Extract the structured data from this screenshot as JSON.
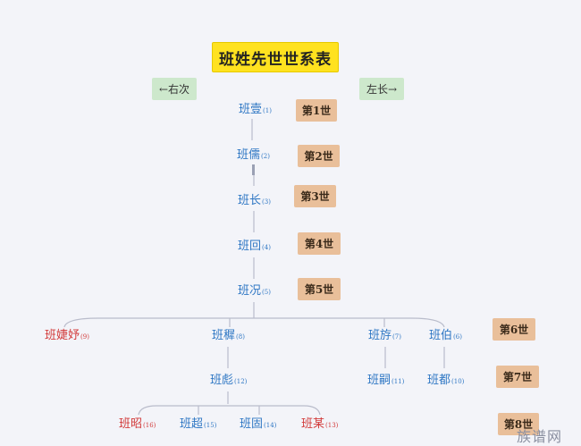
{
  "title": "班姓先世世系表",
  "directions": {
    "left": "←右次",
    "right": "左长→"
  },
  "generations": [
    "第1世",
    "第2世",
    "第3世",
    "第4世",
    "第5世",
    "第6世",
    "第7世",
    "第8世"
  ],
  "people": [
    {
      "name": "班壹",
      "num": "(1)",
      "color": "blue"
    },
    {
      "name": "班儒",
      "num": "(2)",
      "color": "blue"
    },
    {
      "name": "班长",
      "num": "(3)",
      "color": "blue"
    },
    {
      "name": "班回",
      "num": "(4)",
      "color": "blue"
    },
    {
      "name": "班况",
      "num": "(5)",
      "color": "blue"
    },
    {
      "name": "班婕妤",
      "num": "(9)",
      "color": "red"
    },
    {
      "name": "班穉",
      "num": "(8)",
      "color": "blue"
    },
    {
      "name": "班斿",
      "num": "(7)",
      "color": "blue"
    },
    {
      "name": "班伯",
      "num": "(6)",
      "color": "blue"
    },
    {
      "name": "班彪",
      "num": "(12)",
      "color": "blue"
    },
    {
      "name": "班嗣",
      "num": "(11)",
      "color": "blue"
    },
    {
      "name": "班都",
      "num": "(10)",
      "color": "blue"
    },
    {
      "name": "班昭",
      "num": "(16)",
      "color": "red"
    },
    {
      "name": "班超",
      "num": "(15)",
      "color": "blue"
    },
    {
      "name": "班固",
      "num": "(14)",
      "color": "blue"
    },
    {
      "name": "班某",
      "num": "(13)",
      "color": "red"
    }
  ],
  "watermark": "族谱网"
}
